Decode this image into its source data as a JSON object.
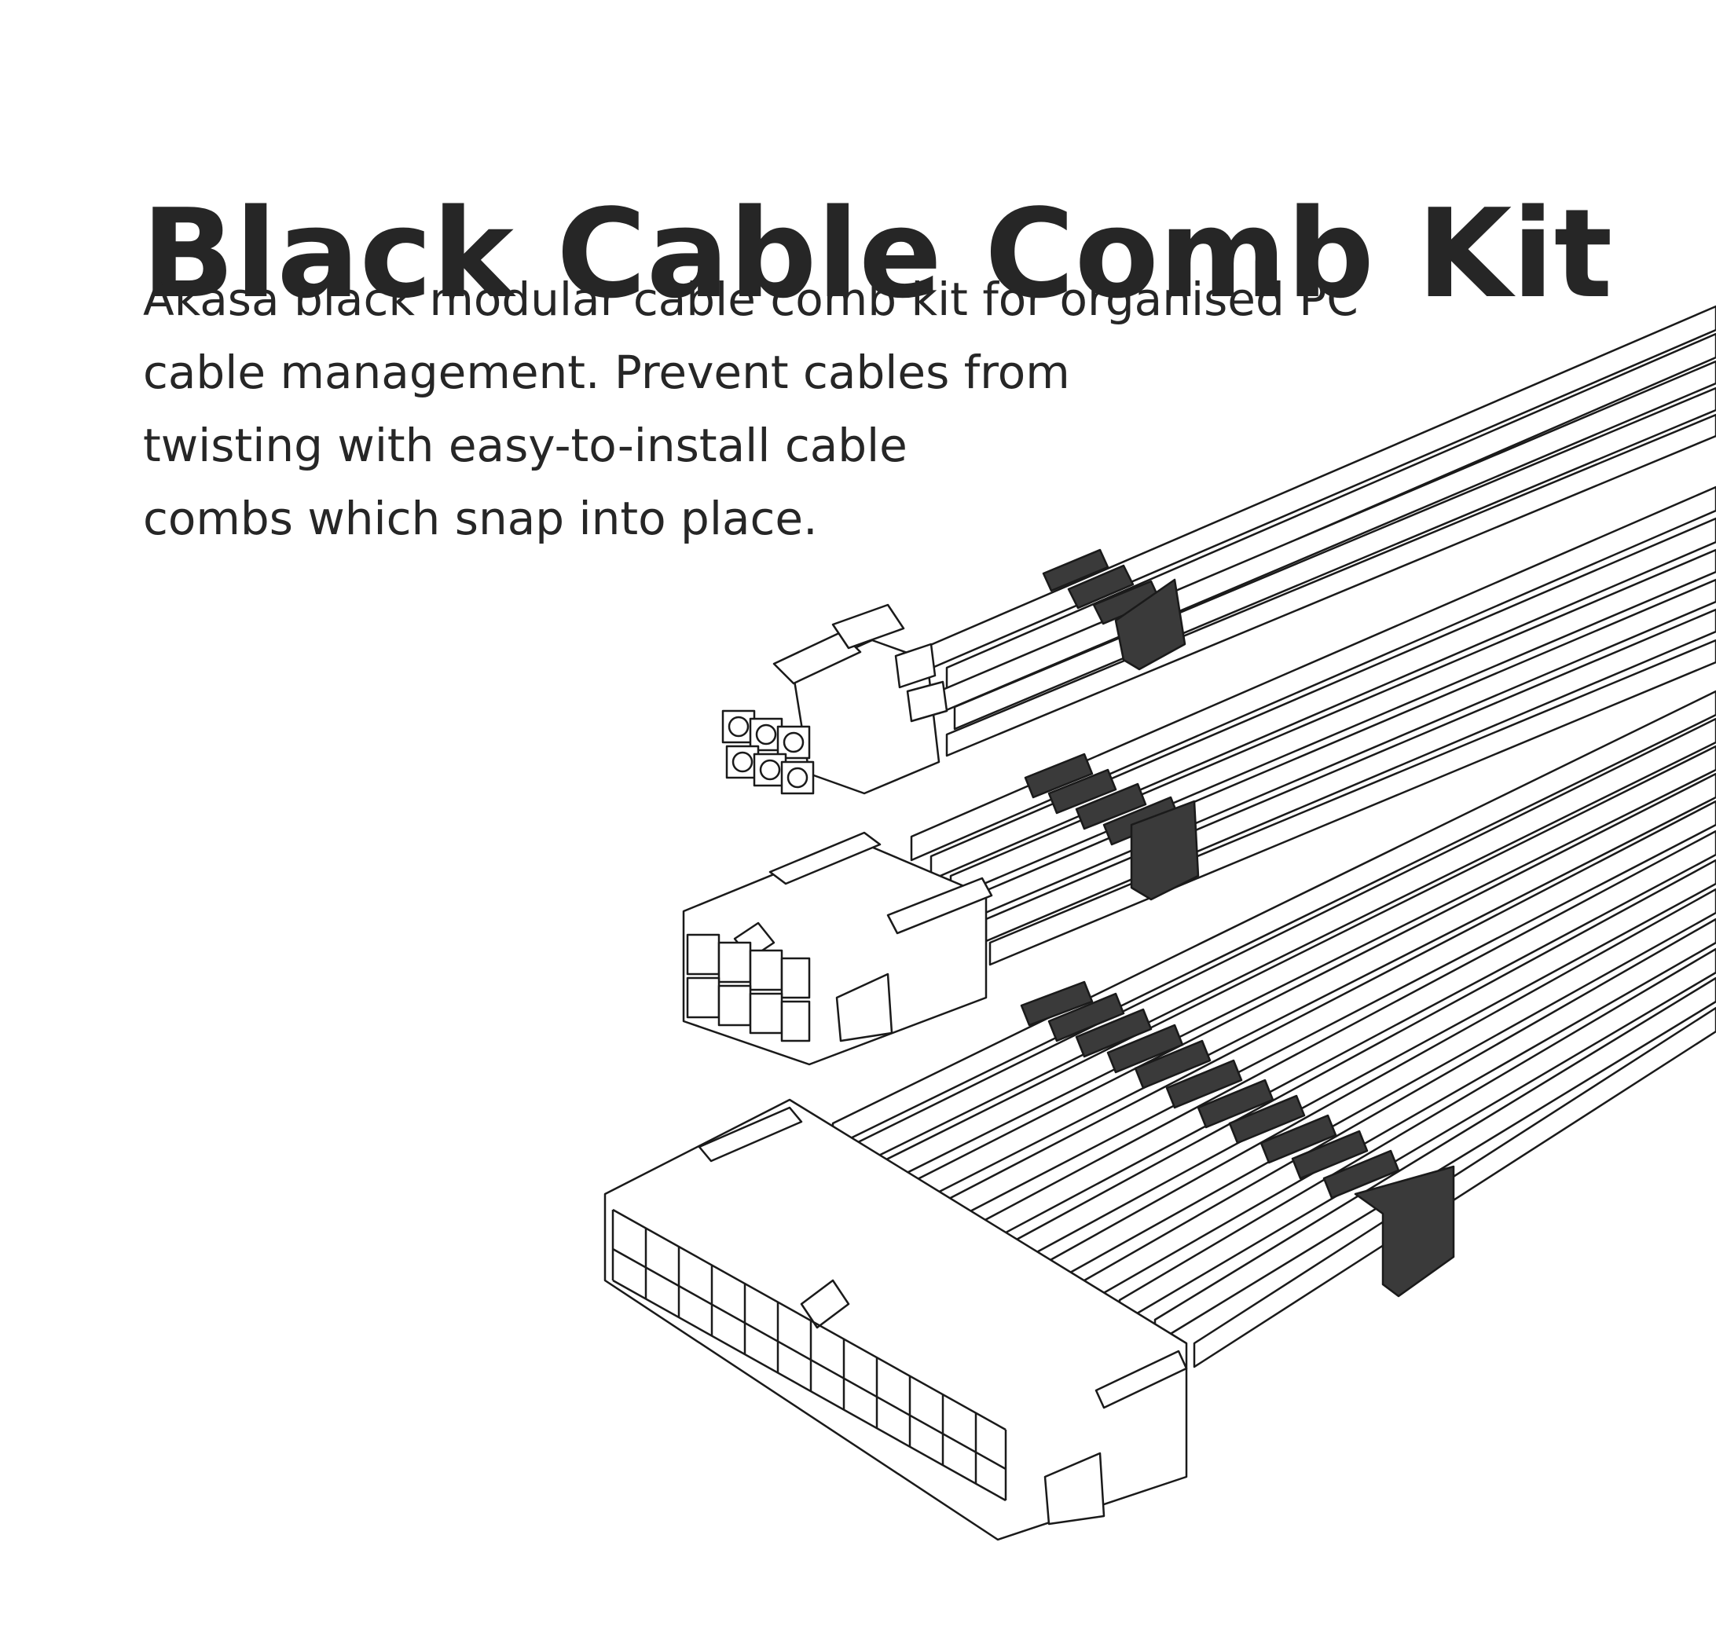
{
  "title": "Black Cable Comb Kit",
  "description_lines": [
    "Akasa black modular cable comb kit for organised PC",
    "cable management. Prevent cables from",
    "twisting with easy-to-install cable",
    "combs which snap into place."
  ],
  "colors": {
    "text": "#262626",
    "outline": "#1a1a1a",
    "comb_fill": "#3a3a3a",
    "background": "#ffffff"
  },
  "illustration": {
    "connectors": [
      "6-pin connector",
      "8-pin connector",
      "24-pin connector"
    ],
    "icon": "cable-comb-illustration"
  }
}
